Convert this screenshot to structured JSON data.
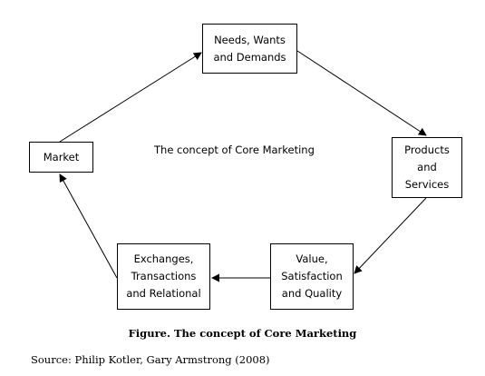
{
  "diagram": {
    "title": "The concept of Core Marketing",
    "nodes": {
      "needs": [
        "Needs, Wants",
        "and Demands"
      ],
      "products": [
        "Products",
        "and",
        "Services"
      ],
      "value": [
        "Value,",
        "Satisfaction",
        "and Quality"
      ],
      "exchanges": [
        "Exchanges,",
        "Transactions",
        "and Relational"
      ],
      "market": [
        "Market"
      ]
    }
  },
  "caption": "Figure. The concept of Core Marketing",
  "source": "Source: Philip Kotler, Gary Armstrong (2008)"
}
